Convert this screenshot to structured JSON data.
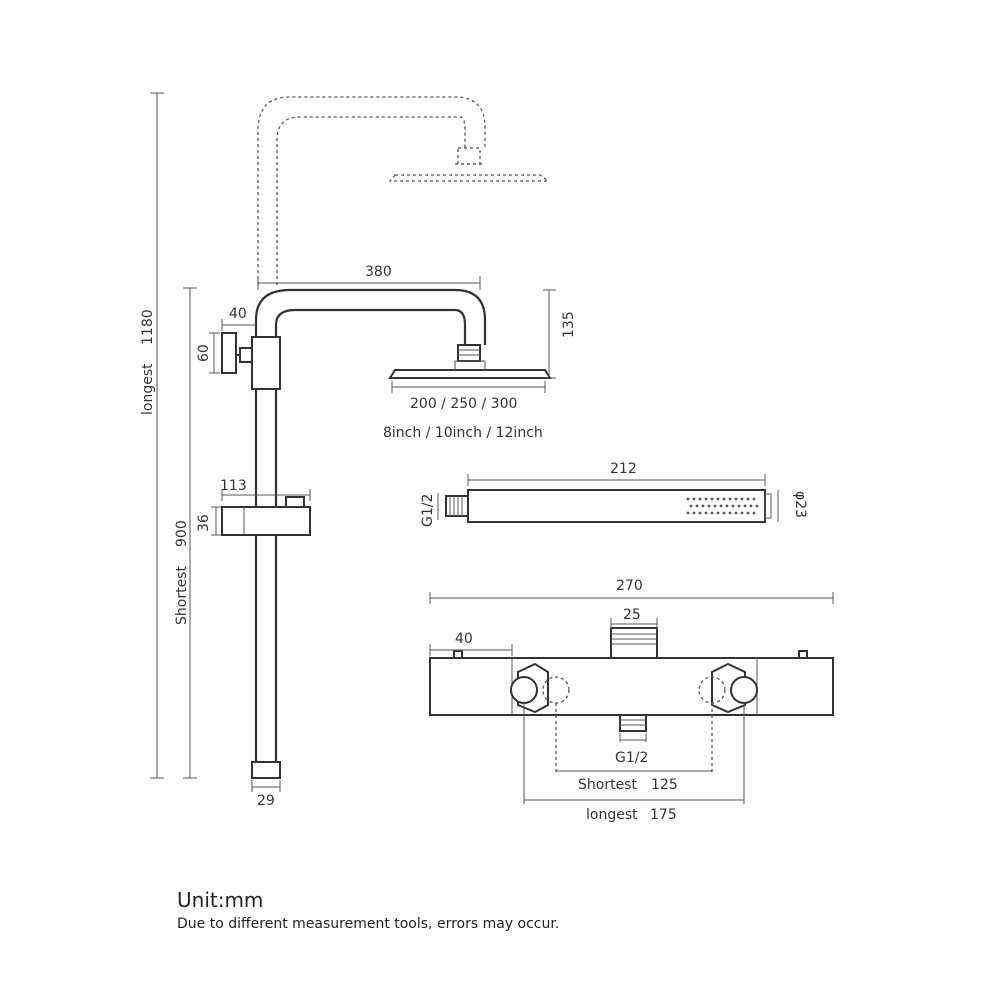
{
  "dimensions": {
    "arm_reach": "380",
    "arm_height": "135",
    "head_sizes_mm": "200 / 250 / 300",
    "head_sizes_inch": "8inch / 10inch / 12inch",
    "bracket_offset": "40",
    "bracket_height": "60",
    "longest_label": "longest",
    "longest_value": "1180",
    "shortest_label": "Shortest",
    "shortest_value": "900",
    "holder_width": "113",
    "holder_height": "36",
    "pipe_diameter": "29",
    "hand_length": "212",
    "hand_thread": "G1/2",
    "hand_diameter": "φ23",
    "valve_width": "270",
    "valve_end": "40",
    "valve_top_thread": "25",
    "valve_outlet_thread": "G1/2",
    "inlet_shortest_label": "Shortest",
    "inlet_shortest_value": "125",
    "inlet_longest_label": "longest",
    "inlet_longest_value": "175"
  },
  "footer": {
    "unit": "Unit:mm",
    "note": "Due to different measurement tools, errors may occur."
  }
}
